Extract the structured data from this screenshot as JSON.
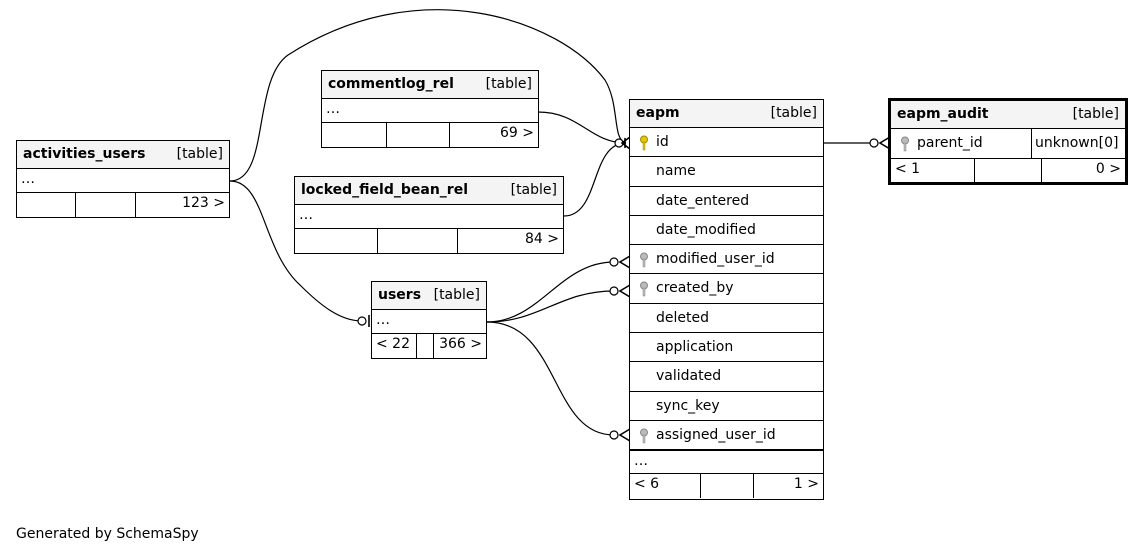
{
  "tables": {
    "activities_users": {
      "name": "activities_users",
      "type": "[table]",
      "more": "…",
      "footer_right": "123 >"
    },
    "commentlog_rel": {
      "name": "commentlog_rel",
      "type": "[table]",
      "more": "…",
      "footer_right": "69 >"
    },
    "locked_field_bean_rel": {
      "name": "locked_field_bean_rel",
      "type": "[table]",
      "more": "…",
      "footer_right": "84 >"
    },
    "users": {
      "name": "users",
      "type": "[table]",
      "more": "…",
      "footer_left": "< 22",
      "footer_right": "366 >"
    },
    "eapm": {
      "name": "eapm",
      "type": "[table]",
      "more": "…",
      "footer_left": "< 6",
      "footer_right": "1 >",
      "columns": [
        "id",
        "name",
        "date_entered",
        "date_modified",
        "modified_user_id",
        "created_by",
        "deleted",
        "application",
        "validated",
        "sync_key",
        "assigned_user_id"
      ]
    },
    "eapm_audit": {
      "name": "eapm_audit",
      "type": "[table]",
      "column": "parent_id",
      "column_type": "unknown[0]",
      "footer_left": "< 1",
      "footer_right": "0 >"
    }
  },
  "credit": "Generated by SchemaSpy"
}
